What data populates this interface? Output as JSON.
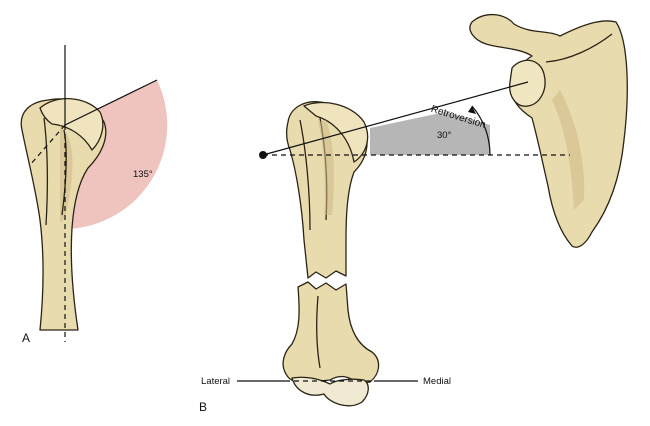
{
  "panel_a": {
    "label": "A",
    "angle_label": "135°",
    "angle_value_deg": 135
  },
  "panel_b": {
    "label": "B",
    "angle_label": "30°",
    "angle_value_deg": 30,
    "arc_label": "Retroversion",
    "left_label": "Lateral",
    "right_label": "Medial"
  },
  "colors": {
    "bone_fill": "#e8dcae",
    "bone_shadow": "#cdb889",
    "outline": "#2b2416",
    "inclination_wedge": "#e8a9a2",
    "retroversion_wedge": "#9e9e9e"
  }
}
